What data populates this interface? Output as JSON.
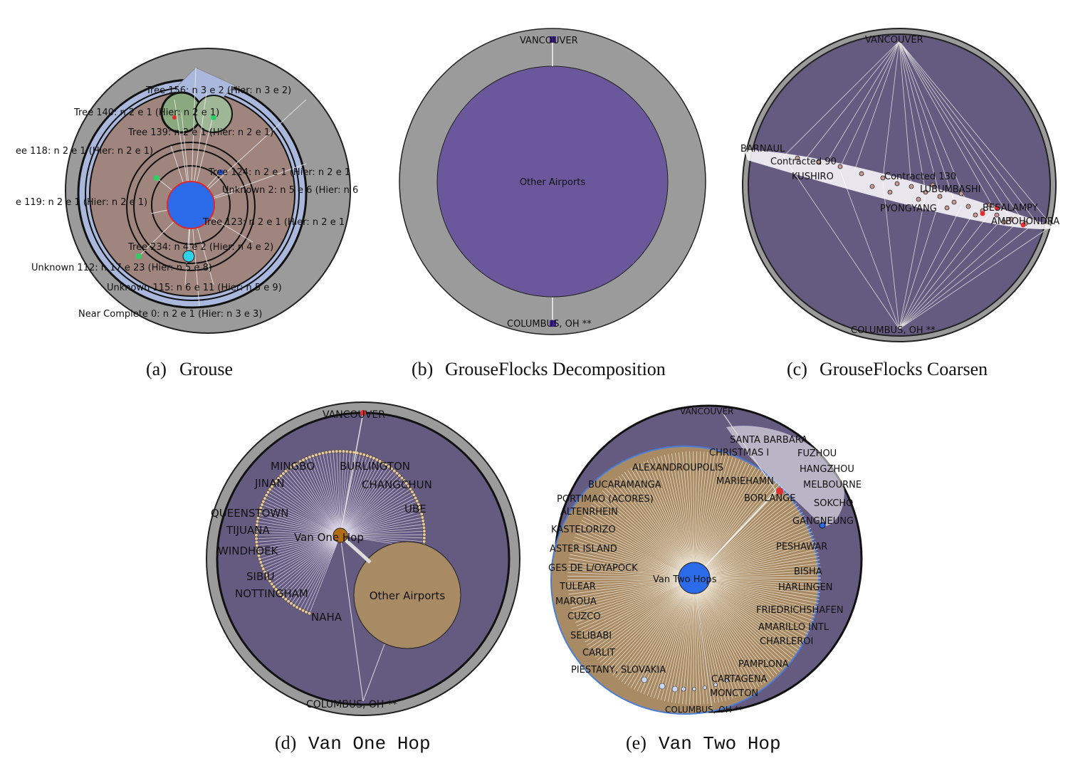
{
  "panels": {
    "a": {
      "caption_tag": "(a)",
      "caption_text": "Grouse",
      "labels": [
        "Tree 156: n 3 e 2 (Hier: n 3 e 2)",
        "Tree 140: n 2 e 1 (Hier: n 2 e 1)",
        "Tree 139: n 2 e 1 (Hier: n 2 e 1)",
        "ee 118: n 2 e 1 (Hier: n 2 e 1)",
        "Tree 124: n 2 e 1 (Hier: n 2 e 1",
        "Unknown 2: n 5 e 6 (Hier: n 6",
        "e 119: n 2 e 1 (Hier: n 2 e 1)",
        "Tree 123: n 2 e 1 (Hier: n 2 e 1",
        "Tree 234: n 4 e 2 (Hier: n 4 e 2)",
        "Unknown 112: n 17 e 23 (Hier: n 5 e 8)",
        "Unknown 115: n 6 e 11 (Hier: n 5 e 9)",
        "Near Complete 0: n 2 e 1 (Hier: n 3 e 3)"
      ]
    },
    "b": {
      "caption_tag": "(b)",
      "caption_text": "GrouseFlocks Decomposition",
      "top": "VANCOUVER",
      "center": "Other Airports",
      "bottom": "COLUMBUS, OH **"
    },
    "c": {
      "caption_tag": "(c)",
      "caption_text": "GrouseFlocks Coarsen",
      "labels": [
        "VANCOUVER",
        "BARNAUL",
        "Contracted 90",
        "KUSHIRO",
        "Contracted 130",
        "LUBUMBASHI",
        "PYONGYANG",
        "BESALAMPY",
        "AMBOHONDRA",
        "COLUMBUS, OH **"
      ]
    },
    "d": {
      "caption_tag": "(d)",
      "caption_text": "Van One Hop",
      "top": "VANCOUVER",
      "hub": "Van One Hop",
      "other": "Other Airports",
      "bottom": "COLUMBUS, OH **",
      "cities": [
        "MINGBO",
        "BURLINGTON",
        "JINAN",
        "CHANGCHUN",
        "UBE",
        "QUEENSTOWN",
        "TIJUANA",
        "WINDHOEK",
        "SIBIU",
        "NOTTINGHAM",
        "NAHA"
      ]
    },
    "e": {
      "caption_tag": "(e)",
      "caption_text": "Van Two Hop",
      "top": "VANCOUVER",
      "hub": "Van Two Hops",
      "bottom": "COLUMBUS, OH **",
      "cities": [
        "SANTA BARBARA",
        "CHRISTMAS I",
        "FUZHOU",
        "HANGZHOU",
        "ALEXANDROUPOLIS",
        "MARIEHAMN",
        "MELBOURNE",
        "BUCARAMANGA",
        "BORLANGE",
        "PORTIMAO (ACORES)",
        "SOKCHO",
        "ALTENRHEIN",
        "GANGNEUNG",
        "KASTELORIZO",
        "PESHAWAR",
        "ASTER ISLAND",
        "GES DE L/OYAPOCK",
        "BISHA",
        "TULEAR",
        "HARLINGEN",
        "MAROUA",
        "FRIEDRICHSHAFEN",
        "CUZCO",
        "AMARILLO INTL",
        "SELIBABI",
        "CHARLEROI",
        "CARLIT",
        "PAMPLONA",
        "PIESTANY, SLOVAKIA",
        "CARTAGENA",
        "MONCTON"
      ]
    }
  },
  "colors": {
    "gray": "#9b9b9b",
    "purple_dark": "#655b81",
    "purple_b": "#6b579c",
    "brown_a": "#a0857e",
    "blue_ring": "#a9b8dc",
    "tan": "#a88b64",
    "hub_blue": "#2b6ae8",
    "hub_orange": "#b06d17"
  }
}
